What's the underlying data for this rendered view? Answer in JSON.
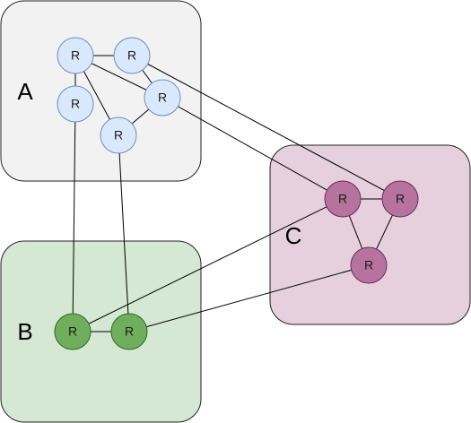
{
  "groups": [
    {
      "id": "A",
      "label": "A",
      "fill": "#f2f2f2",
      "stroke": "#222222"
    },
    {
      "id": "B",
      "label": "B",
      "fill": "#d5e8d4",
      "stroke": "#222222"
    },
    {
      "id": "C",
      "label": "C",
      "fill": "#e6d0de",
      "stroke": "#222222"
    }
  ],
  "node_colors": {
    "A": {
      "fill": "#dae8fc",
      "stroke": "#6c8ebf"
    },
    "B": {
      "fill": "#6fae5c",
      "stroke": "#2e6b24"
    },
    "C": {
      "fill": "#b5739d",
      "stroke": "#6b2d57"
    }
  },
  "nodes": [
    {
      "id": "a1",
      "group": "A",
      "label": "R"
    },
    {
      "id": "a2",
      "group": "A",
      "label": "R"
    },
    {
      "id": "a3",
      "group": "A",
      "label": "R"
    },
    {
      "id": "a4",
      "group": "A",
      "label": "R"
    },
    {
      "id": "a5",
      "group": "A",
      "label": "R"
    },
    {
      "id": "b1",
      "group": "B",
      "label": "R"
    },
    {
      "id": "b2",
      "group": "B",
      "label": "R"
    },
    {
      "id": "c1",
      "group": "C",
      "label": "R"
    },
    {
      "id": "c2",
      "group": "C",
      "label": "R"
    },
    {
      "id": "c3",
      "group": "C",
      "label": "R"
    }
  ],
  "edges": [
    [
      "a1",
      "a2"
    ],
    [
      "a1",
      "a3"
    ],
    [
      "a1",
      "a4"
    ],
    [
      "a1",
      "a5"
    ],
    [
      "a2",
      "a4"
    ],
    [
      "a4",
      "a5"
    ],
    [
      "a3",
      "b1"
    ],
    [
      "a5",
      "b2"
    ],
    [
      "a4",
      "c1"
    ],
    [
      "a2",
      "c2"
    ],
    [
      "b1",
      "b2"
    ],
    [
      "b1",
      "c1"
    ],
    [
      "b2",
      "c3"
    ],
    [
      "c1",
      "c2"
    ],
    [
      "c1",
      "c3"
    ],
    [
      "c2",
      "c3"
    ]
  ]
}
